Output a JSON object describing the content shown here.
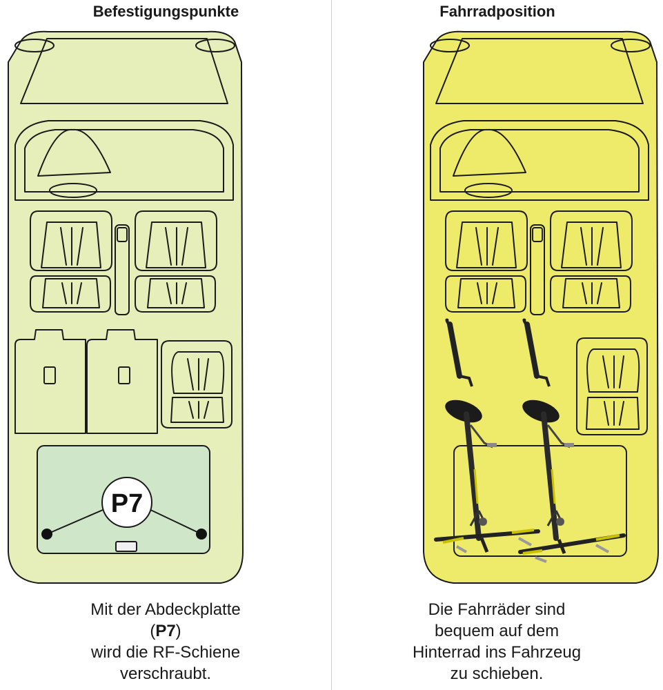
{
  "panels": {
    "left": {
      "title": "Befestigungspunkte",
      "badge": "P7",
      "caption": {
        "line1": "Mit der Abdeckplatte",
        "line2_open": "(",
        "line2_bold": "P7",
        "line2_close": ")",
        "line3": "wird die RF-Schiene",
        "line4": "verschraubt."
      }
    },
    "right": {
      "title": "Fahrradposition",
      "caption": {
        "line1": "Die Fahrräder sind",
        "line2": "bequem auf dem",
        "line3": "Hinterrad ins Fahrzeug",
        "line4": "zu schieben."
      }
    }
  },
  "colors": {
    "car_left_fill": "#e6efb9",
    "car_right_fill": "#eeea6a",
    "cover_plate_fill": "#cfe6c9",
    "bike_frame": "#222222",
    "bike_accent": "#c8c000"
  }
}
